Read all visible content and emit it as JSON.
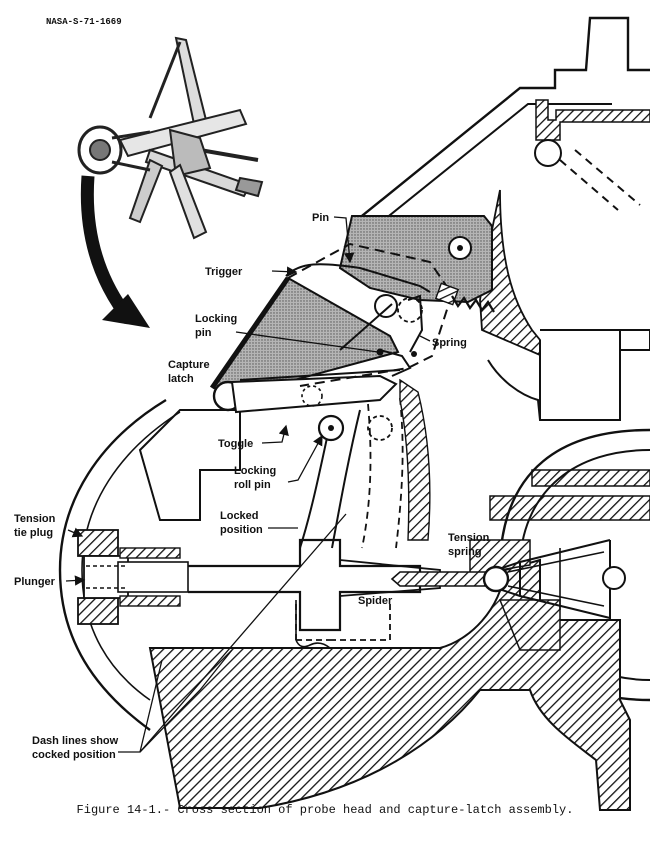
{
  "document_id": "NASA-S-71-1669",
  "caption": "Figure 14-1.- Cross section of probe head and capture-latch assembly.",
  "labels": {
    "pin": "Pin",
    "trigger": "Trigger",
    "locking_pin": [
      "Locking",
      "pin"
    ],
    "spring": "Spring",
    "capture_latch": [
      "Capture",
      "latch"
    ],
    "toggle": "Toggle",
    "locking_roll_pin": [
      "Locking",
      "roll pin"
    ],
    "locked_position": [
      "Locked",
      "position"
    ],
    "tension_tie_plug": [
      "Tension",
      "tie plug"
    ],
    "plunger": "Plunger",
    "tension_spring": [
      "Tension",
      "spring"
    ],
    "spider": "Spider",
    "dash_lines_note": [
      "Dash lines show",
      "cocked position"
    ]
  },
  "colors": {
    "ink": "#111111",
    "paper": "#ffffff",
    "stipple": "#8a8a8a"
  }
}
